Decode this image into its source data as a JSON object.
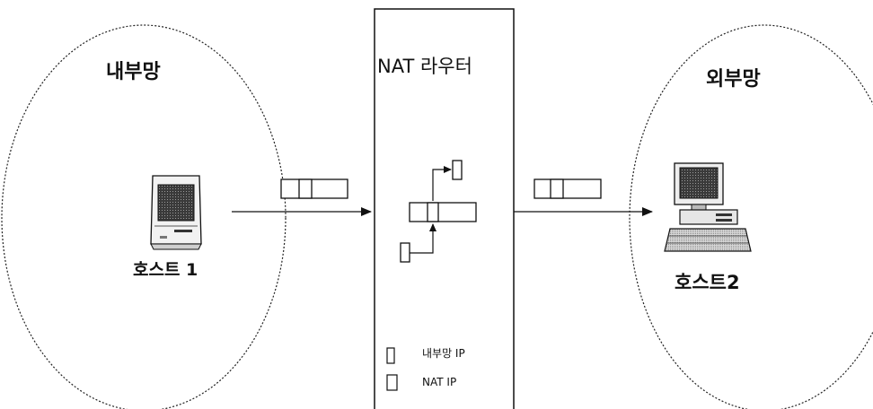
{
  "internal_network": {
    "label": "내부망",
    "host_label": "호스트 1"
  },
  "external_network": {
    "label": "외부망",
    "host_label": "호스트2"
  },
  "router": {
    "label": "NAT 라우터"
  },
  "legend": [
    {
      "label": "내부망 IP",
      "icon": "small-box-icon"
    },
    {
      "label": "NAT IP",
      "icon": "box-icon"
    }
  ],
  "icons": {
    "host1": "classic-mac-computer-icon",
    "host2": "desktop-pc-icon"
  },
  "colors": {
    "line": "#111111",
    "background": "#ffffff"
  }
}
